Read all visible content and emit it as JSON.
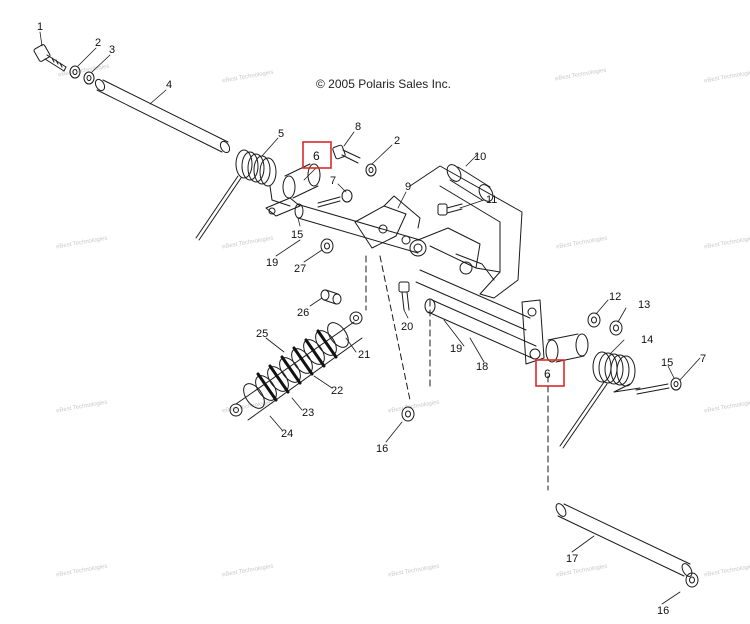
{
  "copyright": "© 2005 Polaris Sales Inc.",
  "watermark": "eBest Technologies",
  "callouts": {
    "c1": "1",
    "c2a": "2",
    "c3": "3",
    "c4": "4",
    "c5": "5",
    "c6a": "6",
    "c8": "8",
    "c2b": "2",
    "c7a": "7",
    "c10": "10",
    "c9": "9",
    "c11": "11",
    "c15a": "15",
    "c19a": "19",
    "c27": "27",
    "c26": "26",
    "c20": "20",
    "c12": "12",
    "c13": "13",
    "c14": "14",
    "c25": "25",
    "c21": "21",
    "c19b": "19",
    "c18": "18",
    "c6b": "6",
    "c15b": "15",
    "c7b": "7",
    "c22": "22",
    "c23": "23",
    "c24": "24",
    "c16a": "16",
    "c17": "17",
    "c16b": "16"
  },
  "highlight_color": "#d92b2b",
  "line_color": "#1a1a1a"
}
